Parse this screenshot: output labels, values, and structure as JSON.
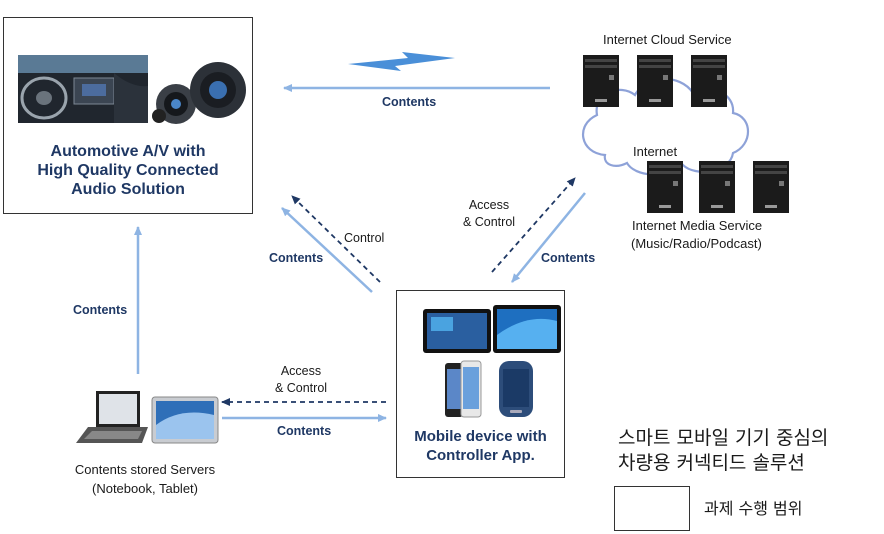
{
  "automotive": {
    "line1": "Automotive A/V with",
    "line2": "High Quality Connected",
    "line3": "Audio Solution"
  },
  "mobile": {
    "line1": "Mobile device with",
    "line2": "Controller App."
  },
  "cloud": {
    "cloud_service": "Internet Cloud Service",
    "internet": "Internet",
    "media_service": "Internet Media Service",
    "media_detail": "(Music/Radio/Podcast)"
  },
  "servers": {
    "line1": "Contents stored Servers",
    "line2": "(Notebook, Tablet)"
  },
  "arrows": {
    "top_contents": "Contents",
    "access_control_top_1": "Access",
    "access_control_top_2": "& Control",
    "contents_right": "Contents",
    "control": "Control",
    "contents_mid": "Contents",
    "contents_left": "Contents",
    "access_control_bottom_1": "Access",
    "access_control_bottom_2": "& Control",
    "contents_bottom": "Contents"
  },
  "legend": {
    "title_line1": "스마트 모바일 기기 중심의",
    "title_line2": "차량용 커넥티드 솔루션",
    "box_label": "과제 수행 범위"
  }
}
